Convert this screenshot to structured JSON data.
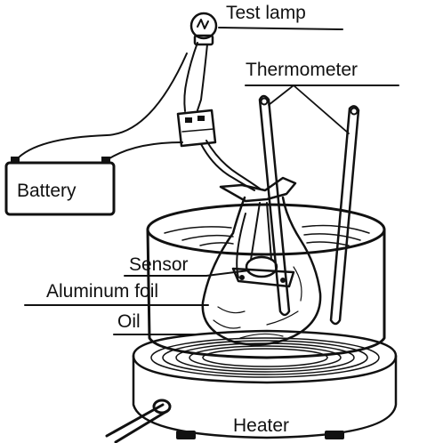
{
  "labels": {
    "test_lamp": "Test lamp",
    "thermometer": "Thermometer",
    "battery": "Battery",
    "sensor": "Sensor",
    "aluminum_foil": "Aluminum foil",
    "oil": "Oil",
    "heater": "Heater"
  },
  "colors": {
    "ink": "#111111",
    "background": "#ffffff"
  }
}
